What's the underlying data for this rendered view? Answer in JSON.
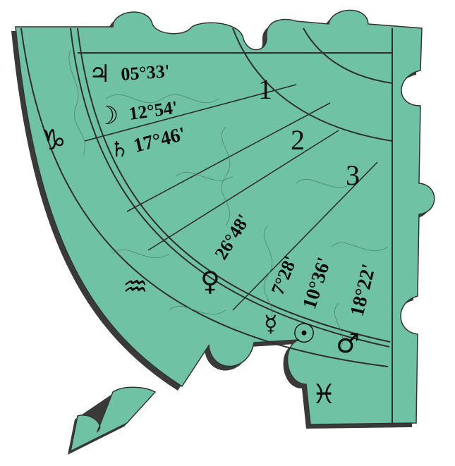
{
  "puzzle": {
    "fill_color": "#6fc2a3",
    "shadow_color": "#3a3a3a",
    "line_color": "#2f2f2f",
    "houses": [
      "1",
      "2",
      "3"
    ],
    "signs": [
      {
        "name": "capricorn",
        "glyph": "♑"
      },
      {
        "name": "aquarius",
        "glyph": "♒"
      },
      {
        "name": "pisces",
        "glyph": "♓"
      }
    ],
    "planets": [
      {
        "name": "jupiter",
        "glyph": "♃",
        "degree": "05°33'"
      },
      {
        "name": "moon",
        "glyph": "☽",
        "degree": "12°54'"
      },
      {
        "name": "saturn",
        "glyph": "♄",
        "degree": "17°46'"
      },
      {
        "name": "venus",
        "glyph": "♀",
        "degree": "26°48'"
      },
      {
        "name": "mercury",
        "glyph": "☿",
        "degree": "7°28'"
      },
      {
        "name": "sun",
        "glyph": "☉",
        "degree": "10°36'"
      },
      {
        "name": "mars",
        "glyph": "♂",
        "degree": "18°22'"
      }
    ]
  }
}
